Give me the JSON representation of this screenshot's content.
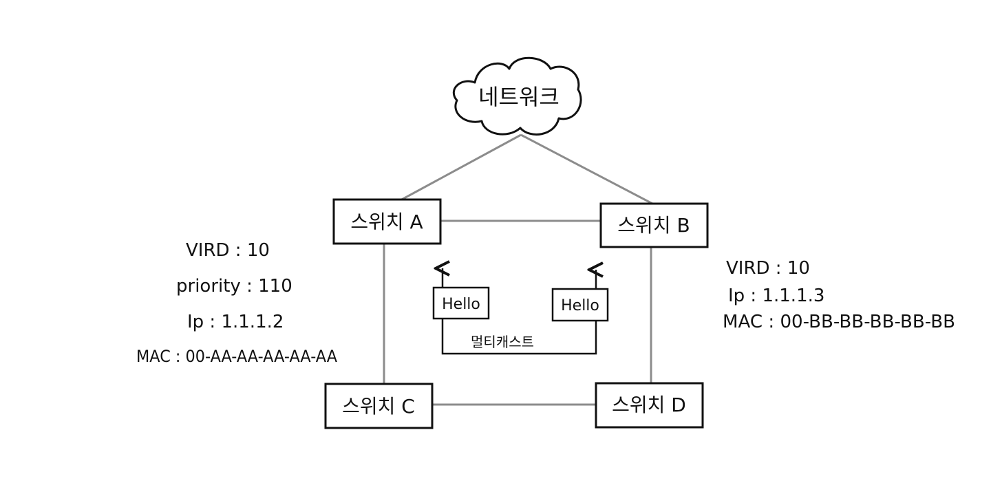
{
  "cloud": {
    "label": "네트워크"
  },
  "switches": {
    "a": {
      "label": "스위치 A"
    },
    "b": {
      "label": "스위치 B"
    },
    "c": {
      "label": "스위치 C"
    },
    "d": {
      "label": "스위치 D"
    }
  },
  "hello_left": {
    "label": "Hello"
  },
  "hello_right": {
    "label": "Hello"
  },
  "multicast": {
    "label": "멀티캐스트"
  },
  "info_a": {
    "vrid": "VIRD : 10",
    "priority": "priority : 110",
    "ip": "Ip : 1.1.1.2",
    "mac": "MAC : 00-AA-AA-AA-AA-AA"
  },
  "info_b": {
    "vrid": "VIRD : 10",
    "ip": "Ip : 1.1.1.3",
    "mac": "MAC : 00-BB-BB-BB-BB-BB"
  }
}
